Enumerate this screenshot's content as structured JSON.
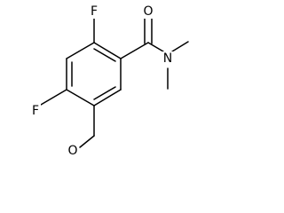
{
  "structure": {
    "atoms": {
      "f_top": "F",
      "f_left": "F",
      "o_amide": "O",
      "n_amide": "N",
      "o_aldehyde": "O"
    }
  },
  "colors": {
    "bond": "#000000",
    "label": "#000000",
    "background": "#ffffff"
  }
}
